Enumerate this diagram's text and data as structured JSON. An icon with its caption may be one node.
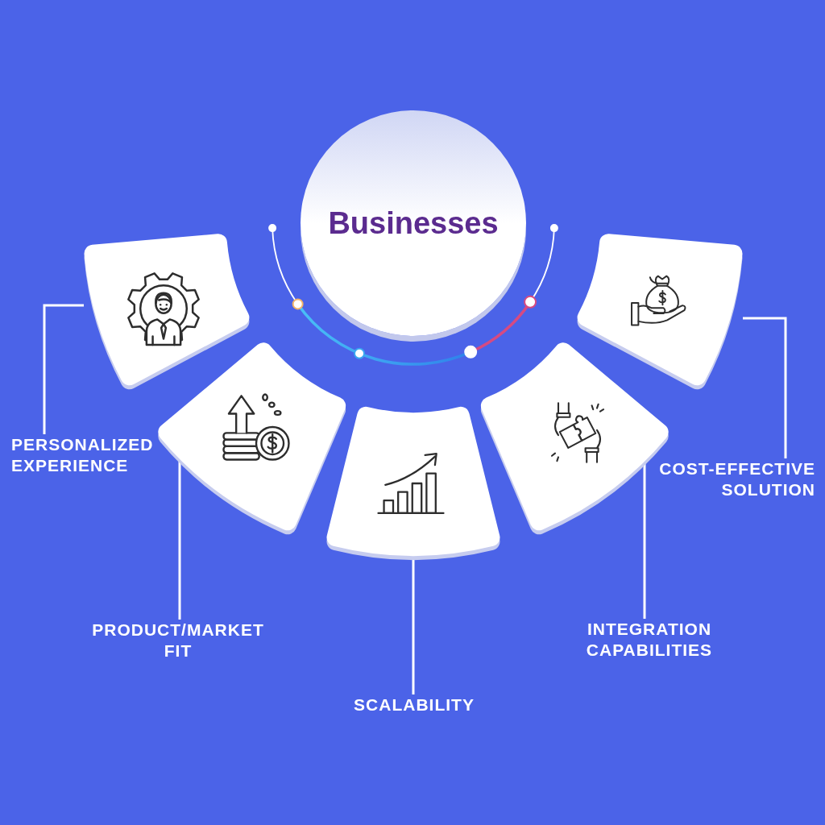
{
  "diagram": {
    "nodes": [
      {
        "text": [
          "Businesses"
        ]
      },
      {
        "text": [],
        "shape": "box"
      },
      {
        "text": [
          "PERSONALIZED EXPERIENCE"
        ]
      },
      {
        "text": [],
        "shape": "box"
      },
      {
        "text": [
          "PRODUCT/MARKET FIT"
        ]
      },
      {
        "text": [],
        "shape": "box"
      },
      {
        "text": [
          "SCALABILITY"
        ]
      },
      {
        "text": [],
        "shape": "box"
      },
      {
        "text": [
          "INTEGRATION CAPABILITIES"
        ]
      },
      {
        "text": [],
        "shape": "box"
      },
      {
        "text": [
          "COST-EFFECTIVE SOLUTION"
        ]
      }
    ],
    "edges": [
      {
        "from": 2,
        "to": 1,
        "arrow": "none"
      },
      {
        "from": 4,
        "to": 3,
        "arrow": "none"
      },
      {
        "from": 6,
        "to": 5,
        "arrow": "none"
      },
      {
        "from": 8,
        "to": 7,
        "arrow": "none"
      },
      {
        "from": 10,
        "to": 9,
        "arrow": "none"
      }
    ]
  }
}
